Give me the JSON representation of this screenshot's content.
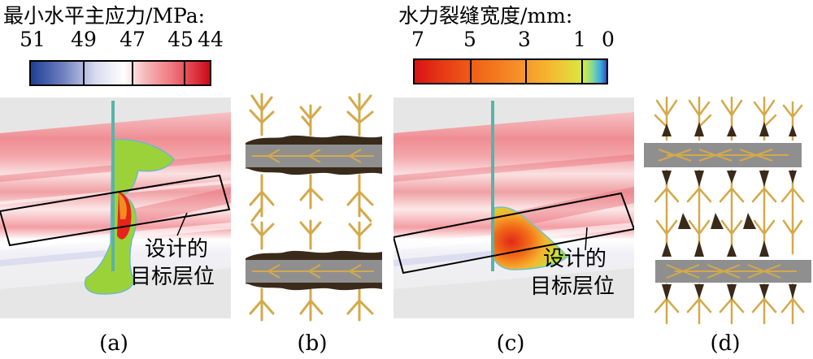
{
  "legend_stress": {
    "title": "最小水平主应力/MPa:",
    "ticks": [
      "51",
      "49",
      "47",
      "45",
      "44"
    ],
    "colors": [
      "#1f3f95",
      "#ffffff",
      "#e84a55",
      "#c90a18"
    ]
  },
  "legend_width": {
    "title": "水力裂缝宽度/mm:",
    "ticks": [
      "7",
      "5",
      "3",
      "1",
      "0"
    ],
    "colors": [
      "#e01515",
      "#f47a18",
      "#f5a623",
      "#dfe63a",
      "#5fd0e0",
      "#3050c0"
    ]
  },
  "panels": {
    "a": {
      "label": "(a)",
      "callout_line1": "设计的",
      "callout_line2": "目标层位"
    },
    "b": {
      "label": "(b)"
    },
    "c": {
      "label": "(c)",
      "callout_line1": "设计的",
      "callout_line2": "目标层位"
    },
    "d": {
      "label": "(d)"
    }
  }
}
